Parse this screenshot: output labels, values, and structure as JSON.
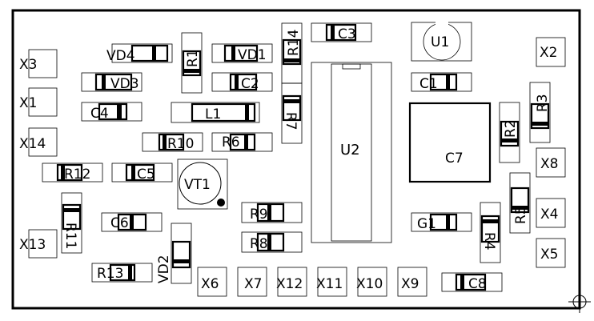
{
  "components": {
    "X3": "X3",
    "X1": "X1",
    "X14": "X14",
    "X13": "X13",
    "X2": "X2",
    "X8": "X8",
    "X4": "X4",
    "X5": "X5",
    "X6": "X6",
    "X7": "X7",
    "X12": "X12",
    "X11": "X11",
    "X10": "X10",
    "X9": "X9",
    "VD4": "VD4",
    "VD3": "VD3",
    "VD1": "VD1",
    "VD2": "VD2",
    "C4": "C4",
    "C2": "C2",
    "C3": "C3",
    "C1": "C1",
    "C5": "C5",
    "C6": "C6",
    "C7": "C7",
    "C8": "C8",
    "L1": "L1",
    "R1": "R1",
    "R10": "R10",
    "R6": "R6",
    "R12": "R12",
    "R11": "R11",
    "R13": "R13",
    "R9": "R9",
    "R8": "R8",
    "R14": "R14",
    "R7": "R7",
    "R2": "R2",
    "R3": "R3",
    "R5": "R5",
    "R4": "R4",
    "VT1": "VT1",
    "U1": "U1",
    "U2": "U2",
    "G1": "G1"
  }
}
